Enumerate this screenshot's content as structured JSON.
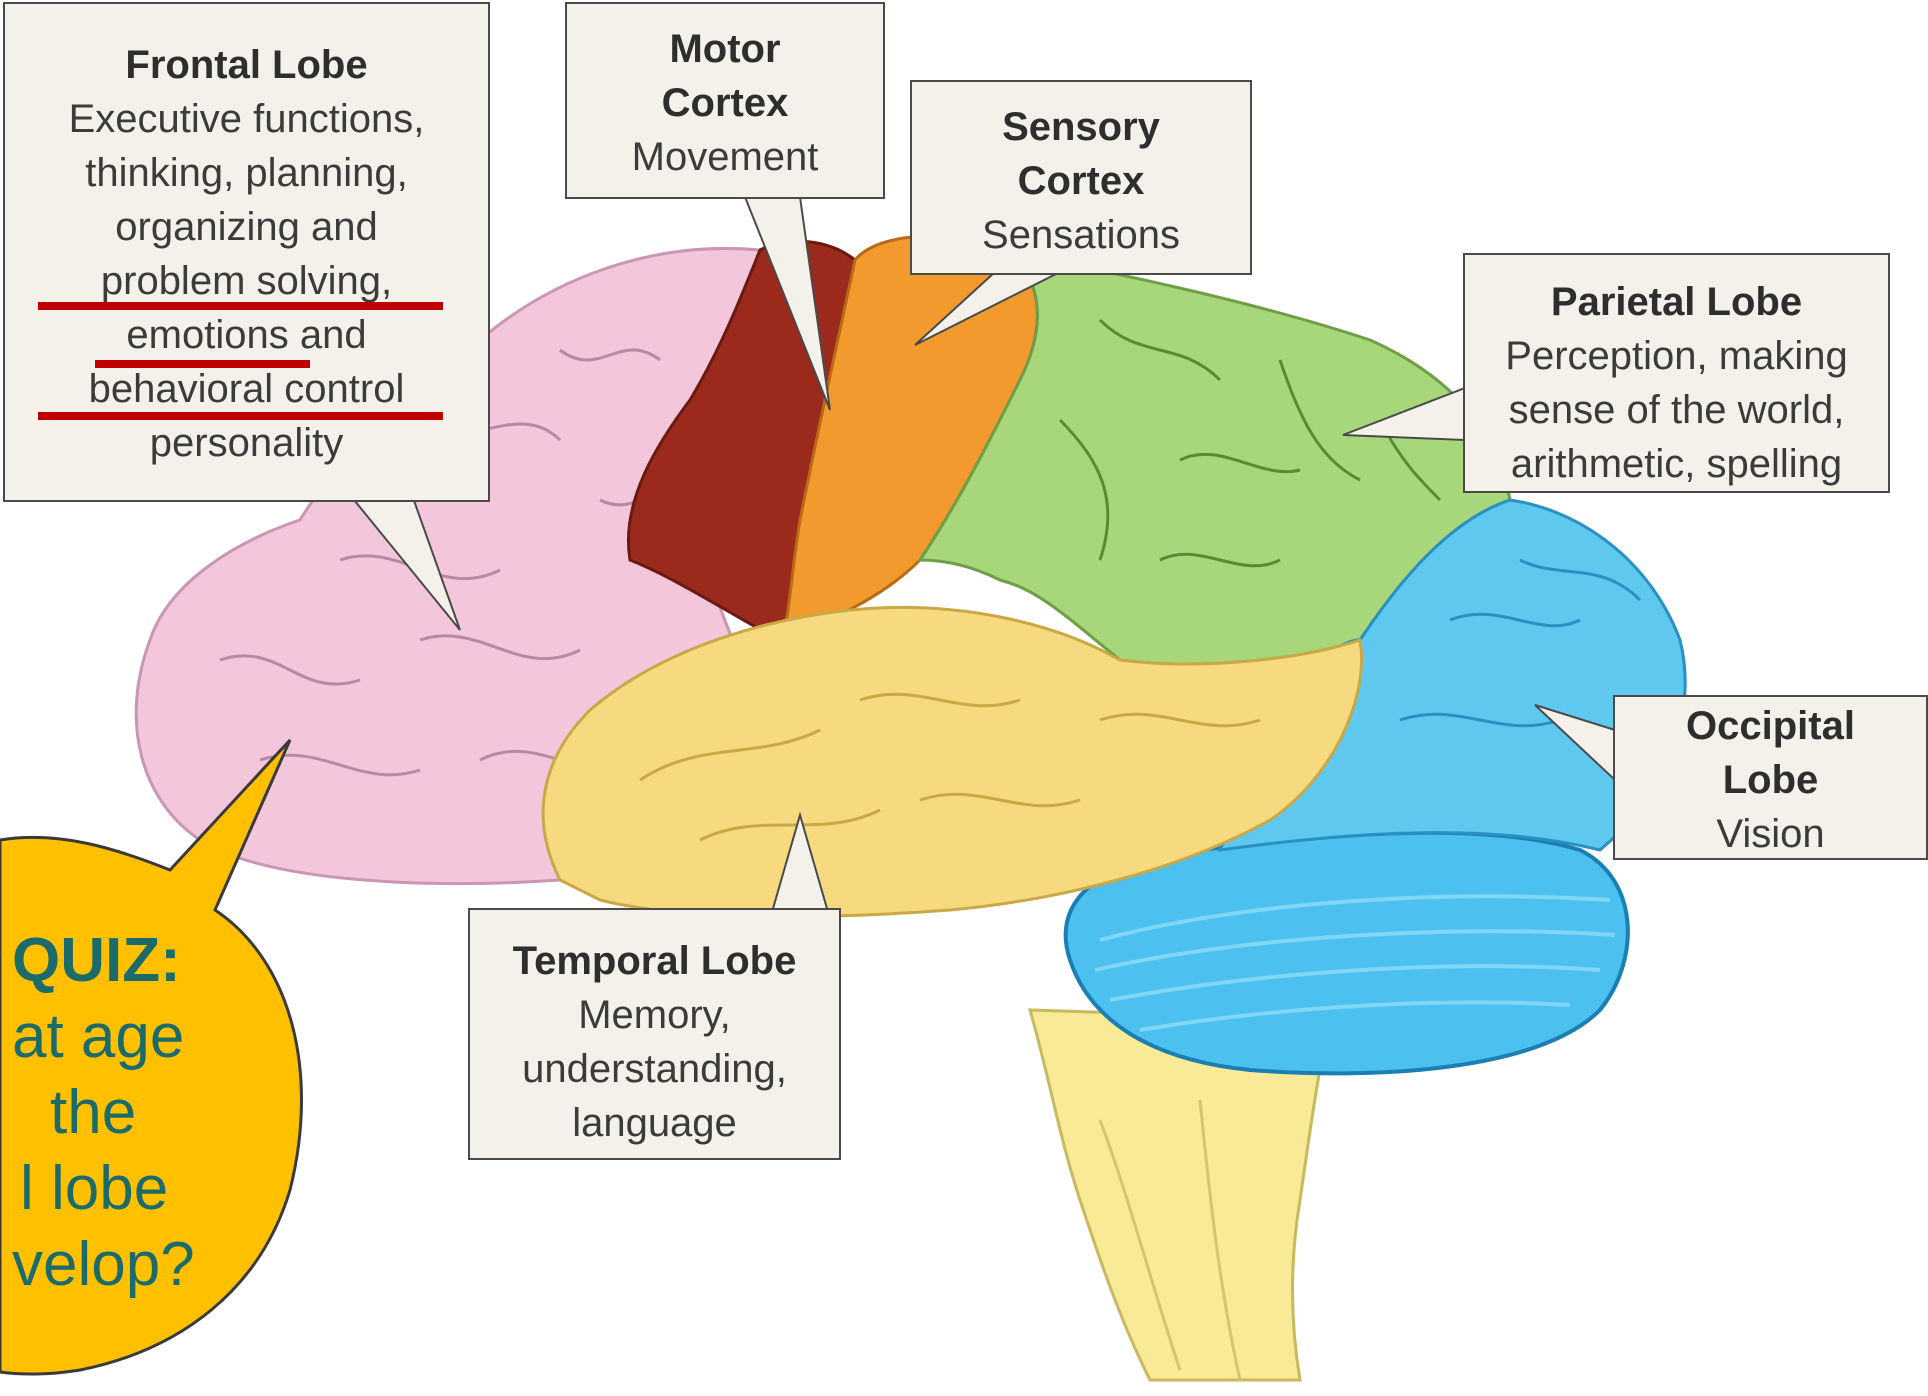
{
  "frontal": {
    "title": "Frontal Lobe",
    "lines": [
      "Executive functions,",
      "thinking, planning,",
      "organizing and",
      "problem solving,",
      "emotions and",
      "behavioral control",
      "personality"
    ]
  },
  "motor": {
    "title_lines": [
      "Motor",
      "Cortex"
    ],
    "lines": [
      "Movement"
    ]
  },
  "sensory": {
    "title_lines": [
      "Sensory",
      "Cortex"
    ],
    "lines": [
      "Sensations"
    ]
  },
  "parietal": {
    "title": "Parietal Lobe",
    "lines": [
      "Perception, making",
      "sense of the world,",
      "arithmetic, spelling"
    ]
  },
  "occipital": {
    "title_lines": [
      "Occipital",
      "Lobe"
    ],
    "lines": [
      "Vision"
    ]
  },
  "temporal": {
    "title": "Temporal Lobe",
    "lines": [
      "Memory,",
      "understanding,",
      "language"
    ]
  },
  "quiz": {
    "label": "QUIZ:",
    "lines": [
      "at age",
      "the",
      "l lobe",
      "velop?"
    ]
  },
  "colors": {
    "frontal": "#f3c6dc",
    "motor": "#9c2a1c",
    "sensory": "#f39a2e",
    "parietal": "#a8d67a",
    "occipital": "#5ec8ef",
    "temporal": "#f7d980",
    "cerebellum": "#4cc0ee",
    "stem": "#f9ea98",
    "underline": "#c00000",
    "quiz_bubble": "#ffc000",
    "quiz_text": "#1c6b6b",
    "callout_bg": "#f3f1ea"
  }
}
